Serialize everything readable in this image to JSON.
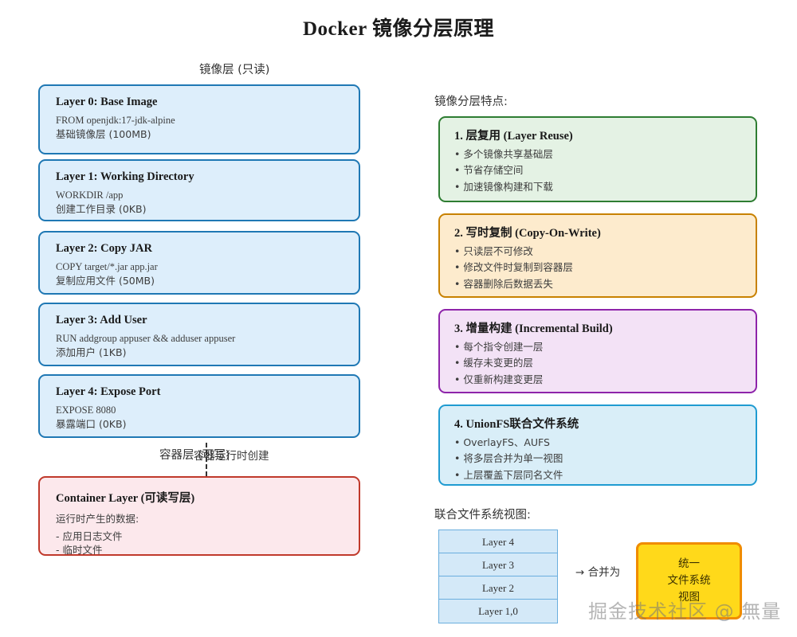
{
  "title": "Docker 镜像分层原理",
  "captions": {
    "image_layers": "镜像层 (只读)",
    "features": "镜像分层特点:",
    "union_view": "联合文件系统视图:",
    "container_layer_a": "容器层 (可写)",
    "container_layer_b": "容器运行时创建"
  },
  "colors": {
    "layer_border": "#1f78b4",
    "layer_fill": "#ddeefb",
    "container_border": "#c0392b",
    "container_fill": "#fce8ec",
    "feature1_border": "#2e7d32",
    "feature1_fill": "#e4f2e4",
    "feature2_border": "#c88100",
    "feature2_fill": "#fdebcd",
    "feature3_border": "#8e24aa",
    "feature3_fill": "#f3e2f6",
    "feature4_border": "#1f9bd1",
    "feature4_fill": "#d9eef8",
    "unified_border": "#f08c00",
    "unified_fill": "#ffd91a",
    "stack_border": "#6aaede",
    "stack_fill": "#d4e9f8"
  },
  "layers": [
    {
      "title": "Layer 0: Base Image",
      "command": "FROM openjdk:17-jdk-alpine",
      "description": "基础镜像层 (100MB)"
    },
    {
      "title": "Layer 1: Working Directory",
      "command": "WORKDIR /app",
      "description": "创建工作目录 (0KB)"
    },
    {
      "title": "Layer 2: Copy JAR",
      "command": "COPY target/*.jar app.jar",
      "description": "复制应用文件 (50MB)"
    },
    {
      "title": "Layer 3: Add User",
      "command": "RUN addgroup appuser && adduser appuser",
      "description": "添加用户 (1KB)"
    },
    {
      "title": "Layer 4: Expose Port",
      "command": "EXPOSE 8080",
      "description": "暴露端口 (0KB)"
    }
  ],
  "container_layer": {
    "title": "Container Layer (可读写层)",
    "subtitle": "运行时产生的数据:",
    "items": [
      "- 应用日志文件",
      "- 临时文件"
    ]
  },
  "features": [
    {
      "title": "1. 层复用 (Layer Reuse)",
      "items": [
        "• 多个镜像共享基础层",
        "• 节省存储空间",
        "• 加速镜像构建和下载"
      ]
    },
    {
      "title": "2. 写时复制 (Copy-On-Write)",
      "items": [
        "• 只读层不可修改",
        "• 修改文件时复制到容器层",
        "• 容器删除后数据丢失"
      ]
    },
    {
      "title": "3. 增量构建 (Incremental Build)",
      "items": [
        "• 每个指令创建一层",
        "• 缓存未变更的层",
        "• 仅重新构建变更层"
      ]
    },
    {
      "title": "4. UnionFS联合文件系统",
      "items": [
        "• OverlayFS、AUFS",
        "• 将多层合并为单一视图",
        "• 上层覆盖下层同名文件"
      ]
    }
  ],
  "union_view": {
    "stack": [
      "Layer 4",
      "Layer 3",
      "Layer 2",
      "Layer 1,0"
    ],
    "merge_label": "→ 合并为",
    "unified": {
      "line1": "统一",
      "line2": "文件系统",
      "line3": "视图"
    }
  },
  "watermark": "掘金技术社区 @ 無量"
}
